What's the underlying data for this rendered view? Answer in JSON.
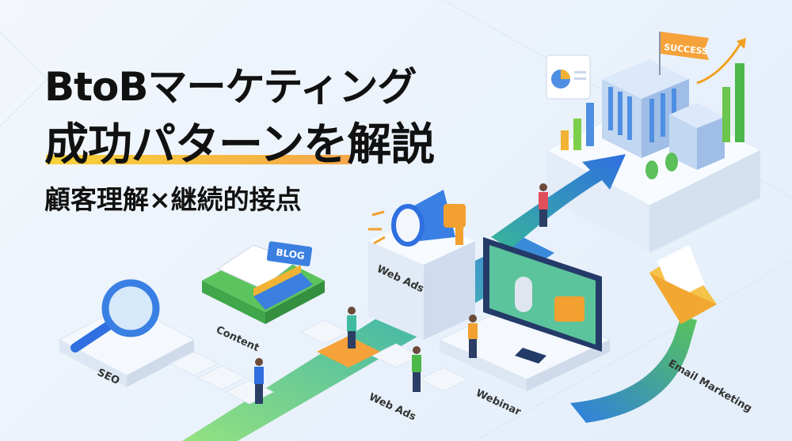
{
  "headline": {
    "line1": "BtoBマーケティング",
    "line2": "成功パターンを解説",
    "subtitle": "顧客理解×継続的接点"
  },
  "illustration": {
    "labels": {
      "seo": "SEO",
      "content": "Content",
      "web_ads_top": "Web Ads",
      "web_ads_bottom": "Web Ads",
      "webinar": "Webinar",
      "email": "Email Marketing",
      "blog_sign": "BLOG",
      "flag": "SUCCESS"
    },
    "icons": [
      "magnifier-icon",
      "book-icon",
      "megaphone-icon",
      "monitor-microphone-icon",
      "envelope-icon",
      "office-building-icon",
      "bar-chart-icon",
      "pie-chart-icon",
      "growth-arrow-icon"
    ]
  },
  "colors": {
    "accent_yellow": "#f7d23a",
    "accent_orange": "#f6a84a",
    "path_green": "#4cc46a",
    "arrow_blue": "#2f7de1",
    "text": "#111111"
  }
}
